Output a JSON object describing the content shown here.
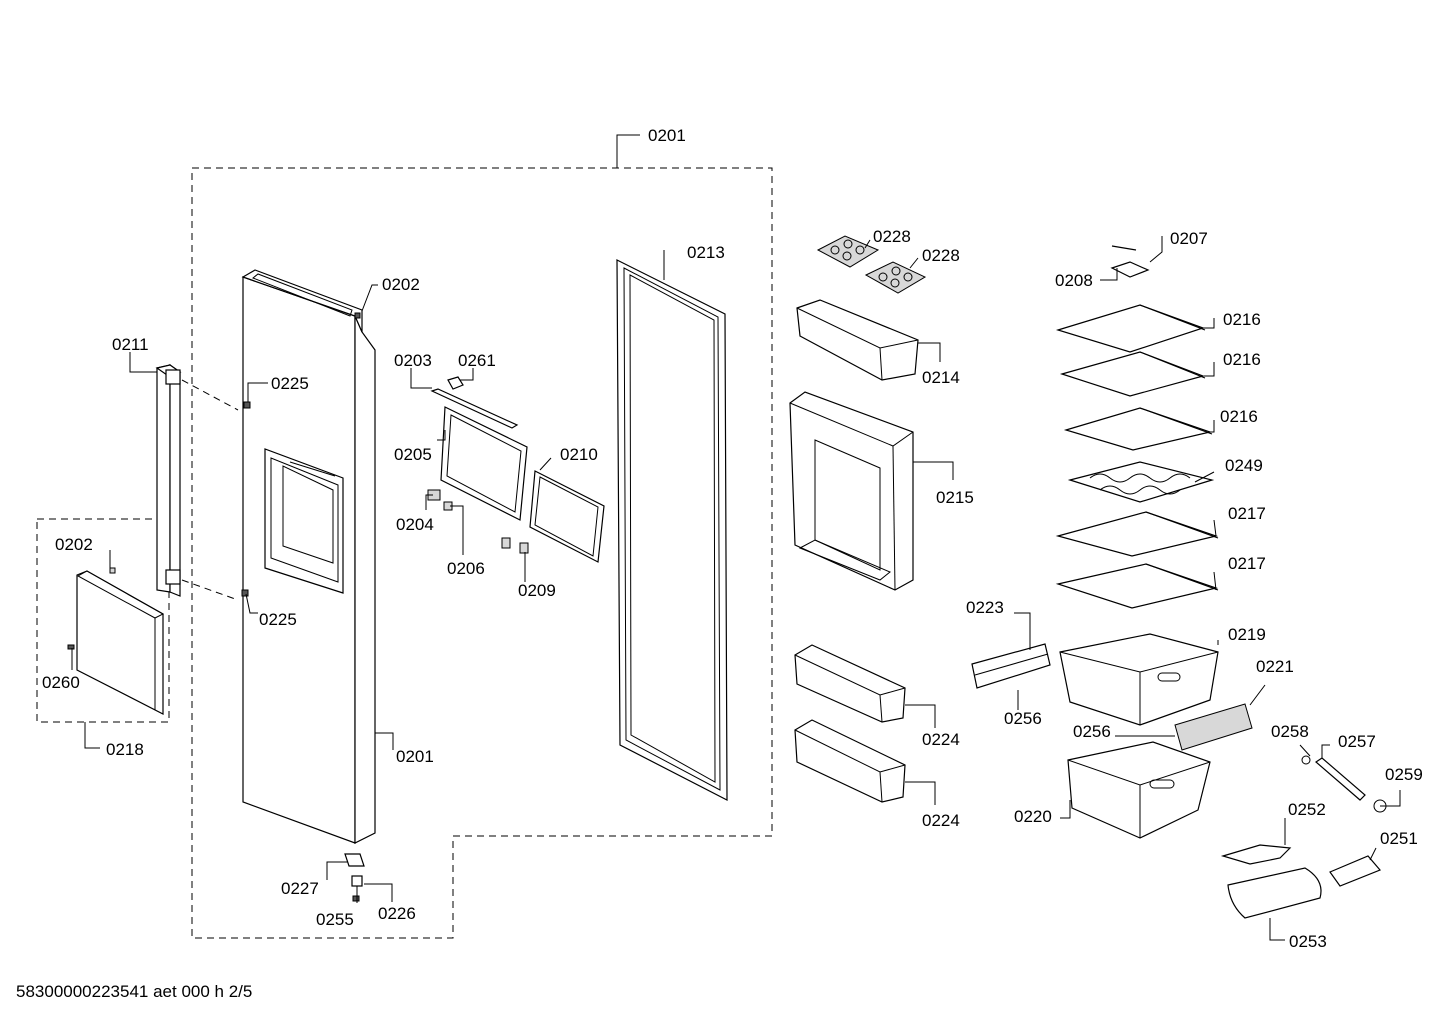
{
  "document": {
    "id_text": "58300000223541 aet 000 h 2/5"
  },
  "labels": [
    {
      "key": "l0201a",
      "text": "0201"
    },
    {
      "key": "l0201b",
      "text": "0201"
    },
    {
      "key": "l0202a",
      "text": "0202"
    },
    {
      "key": "l0202b",
      "text": "0202"
    },
    {
      "key": "l0203",
      "text": "0203"
    },
    {
      "key": "l0204",
      "text": "0204"
    },
    {
      "key": "l0205",
      "text": "0205"
    },
    {
      "key": "l0206",
      "text": "0206"
    },
    {
      "key": "l0207",
      "text": "0207"
    },
    {
      "key": "l0208",
      "text": "0208"
    },
    {
      "key": "l0209",
      "text": "0209"
    },
    {
      "key": "l0210",
      "text": "0210"
    },
    {
      "key": "l0211",
      "text": "0211"
    },
    {
      "key": "l0213",
      "text": "0213"
    },
    {
      "key": "l0214",
      "text": "0214"
    },
    {
      "key": "l0215",
      "text": "0215"
    },
    {
      "key": "l0216a",
      "text": "0216"
    },
    {
      "key": "l0216b",
      "text": "0216"
    },
    {
      "key": "l0216c",
      "text": "0216"
    },
    {
      "key": "l0217a",
      "text": "0217"
    },
    {
      "key": "l0217b",
      "text": "0217"
    },
    {
      "key": "l0218",
      "text": "0218"
    },
    {
      "key": "l0219",
      "text": "0219"
    },
    {
      "key": "l0220",
      "text": "0220"
    },
    {
      "key": "l0221",
      "text": "0221"
    },
    {
      "key": "l0223",
      "text": "0223"
    },
    {
      "key": "l0224a",
      "text": "0224"
    },
    {
      "key": "l0224b",
      "text": "0224"
    },
    {
      "key": "l0225a",
      "text": "0225"
    },
    {
      "key": "l0225b",
      "text": "0225"
    },
    {
      "key": "l0226",
      "text": "0226"
    },
    {
      "key": "l0227",
      "text": "0227"
    },
    {
      "key": "l0228a",
      "text": "0228"
    },
    {
      "key": "l0228b",
      "text": "0228"
    },
    {
      "key": "l0249",
      "text": "0249"
    },
    {
      "key": "l0251",
      "text": "0251"
    },
    {
      "key": "l0252",
      "text": "0252"
    },
    {
      "key": "l0253",
      "text": "0253"
    },
    {
      "key": "l0255",
      "text": "0255"
    },
    {
      "key": "l0256a",
      "text": "0256"
    },
    {
      "key": "l0256b",
      "text": "0256"
    },
    {
      "key": "l0257",
      "text": "0257"
    },
    {
      "key": "l0258",
      "text": "0258"
    },
    {
      "key": "l0259",
      "text": "0259"
    },
    {
      "key": "l0260",
      "text": "0260"
    },
    {
      "key": "l0261",
      "text": "0261"
    }
  ]
}
